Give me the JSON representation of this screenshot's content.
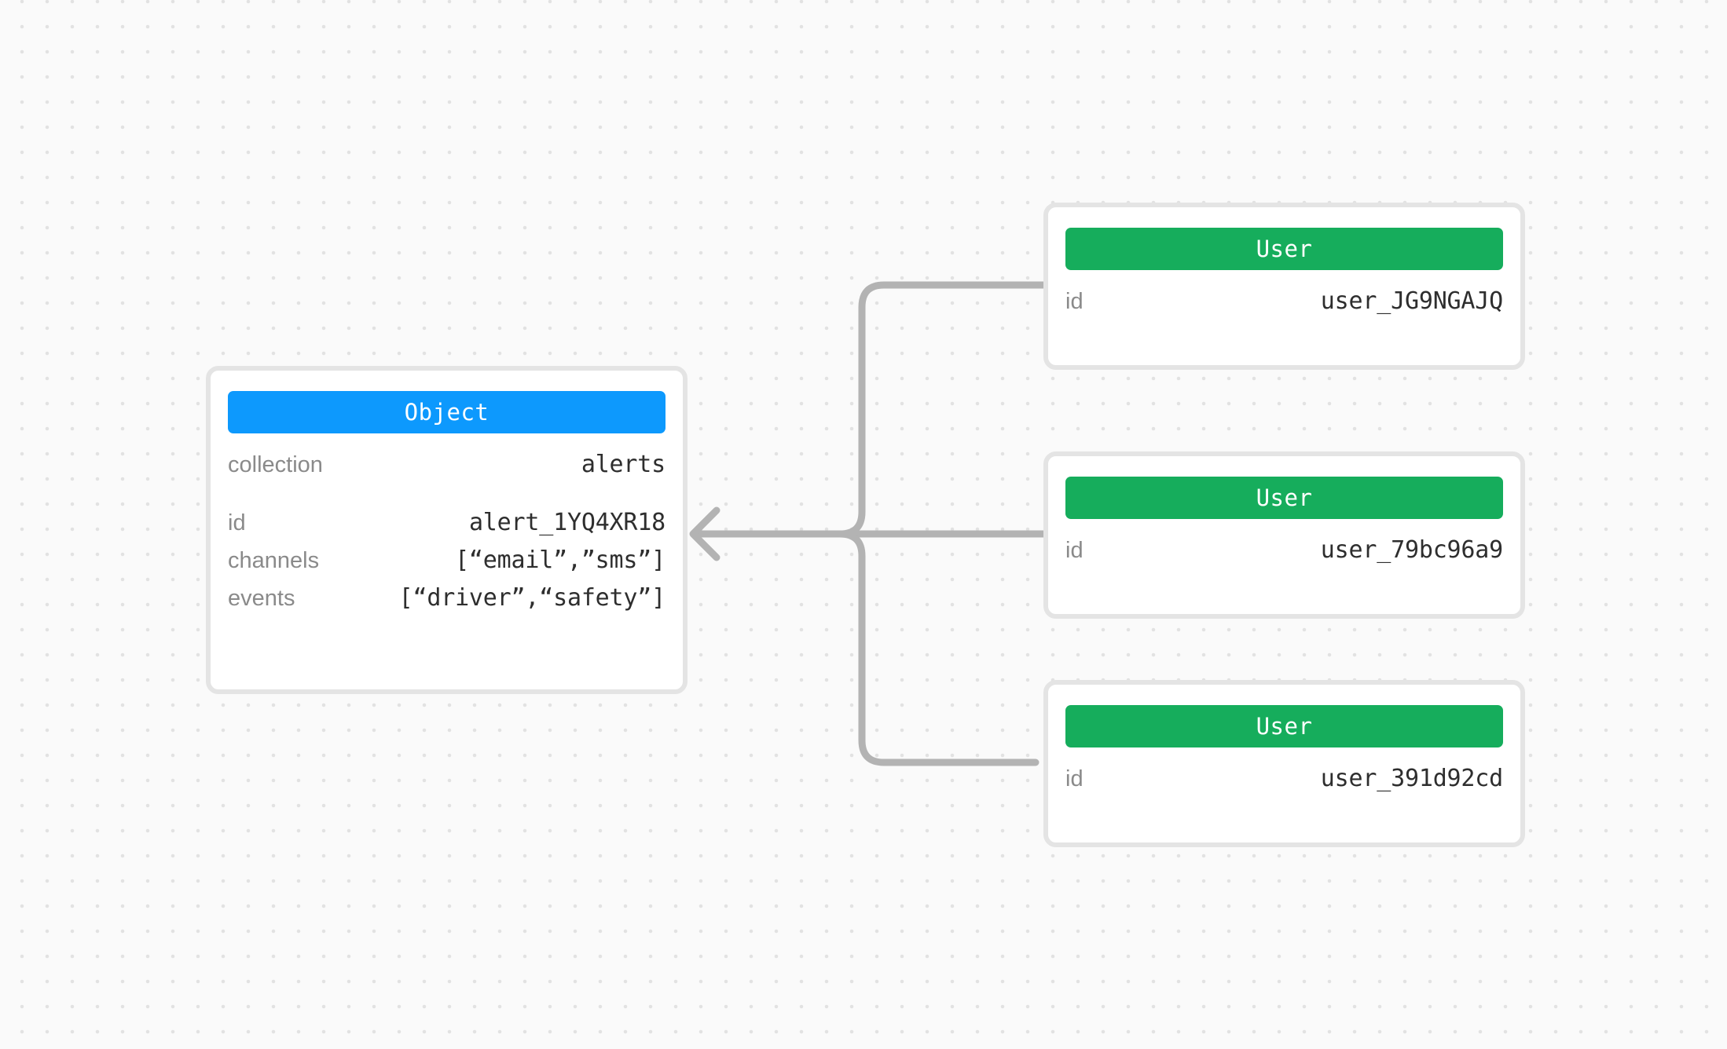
{
  "canvas": {
    "background_color": "#fafafa",
    "dot_color": "#e2e2e2",
    "connector_color": "#b3b3b3"
  },
  "nodes": {
    "object": {
      "type_label": "Object",
      "accent_color": "#0d99fd",
      "groups": [
        {
          "rows": [
            {
              "key": "collection",
              "value": "alerts"
            }
          ]
        },
        {
          "rows": [
            {
              "key": "id",
              "value": "alert_1YQ4XR18"
            },
            {
              "key": "channels",
              "value": "[“email”,”sms”]"
            },
            {
              "key": "events",
              "value": "[“driver”,“safety”]"
            }
          ]
        }
      ]
    },
    "users": [
      {
        "type_label": "User",
        "accent_color": "#16ad5c",
        "rows": [
          {
            "key": "id",
            "value": "user_JG9NGAJQ"
          }
        ]
      },
      {
        "type_label": "User",
        "accent_color": "#16ad5c",
        "rows": [
          {
            "key": "id",
            "value": "user_79bc96a9"
          }
        ]
      },
      {
        "type_label": "User",
        "accent_color": "#16ad5c",
        "rows": [
          {
            "key": "id",
            "value": "user_391d92cd"
          }
        ]
      }
    ]
  },
  "edges": [
    {
      "from": "user-1",
      "to": "object",
      "direction": "left",
      "arrowhead": true
    },
    {
      "from": "user-2",
      "to": "object",
      "direction": "left",
      "arrowhead": true
    },
    {
      "from": "user-3",
      "to": "object",
      "direction": "left",
      "arrowhead": true
    }
  ]
}
